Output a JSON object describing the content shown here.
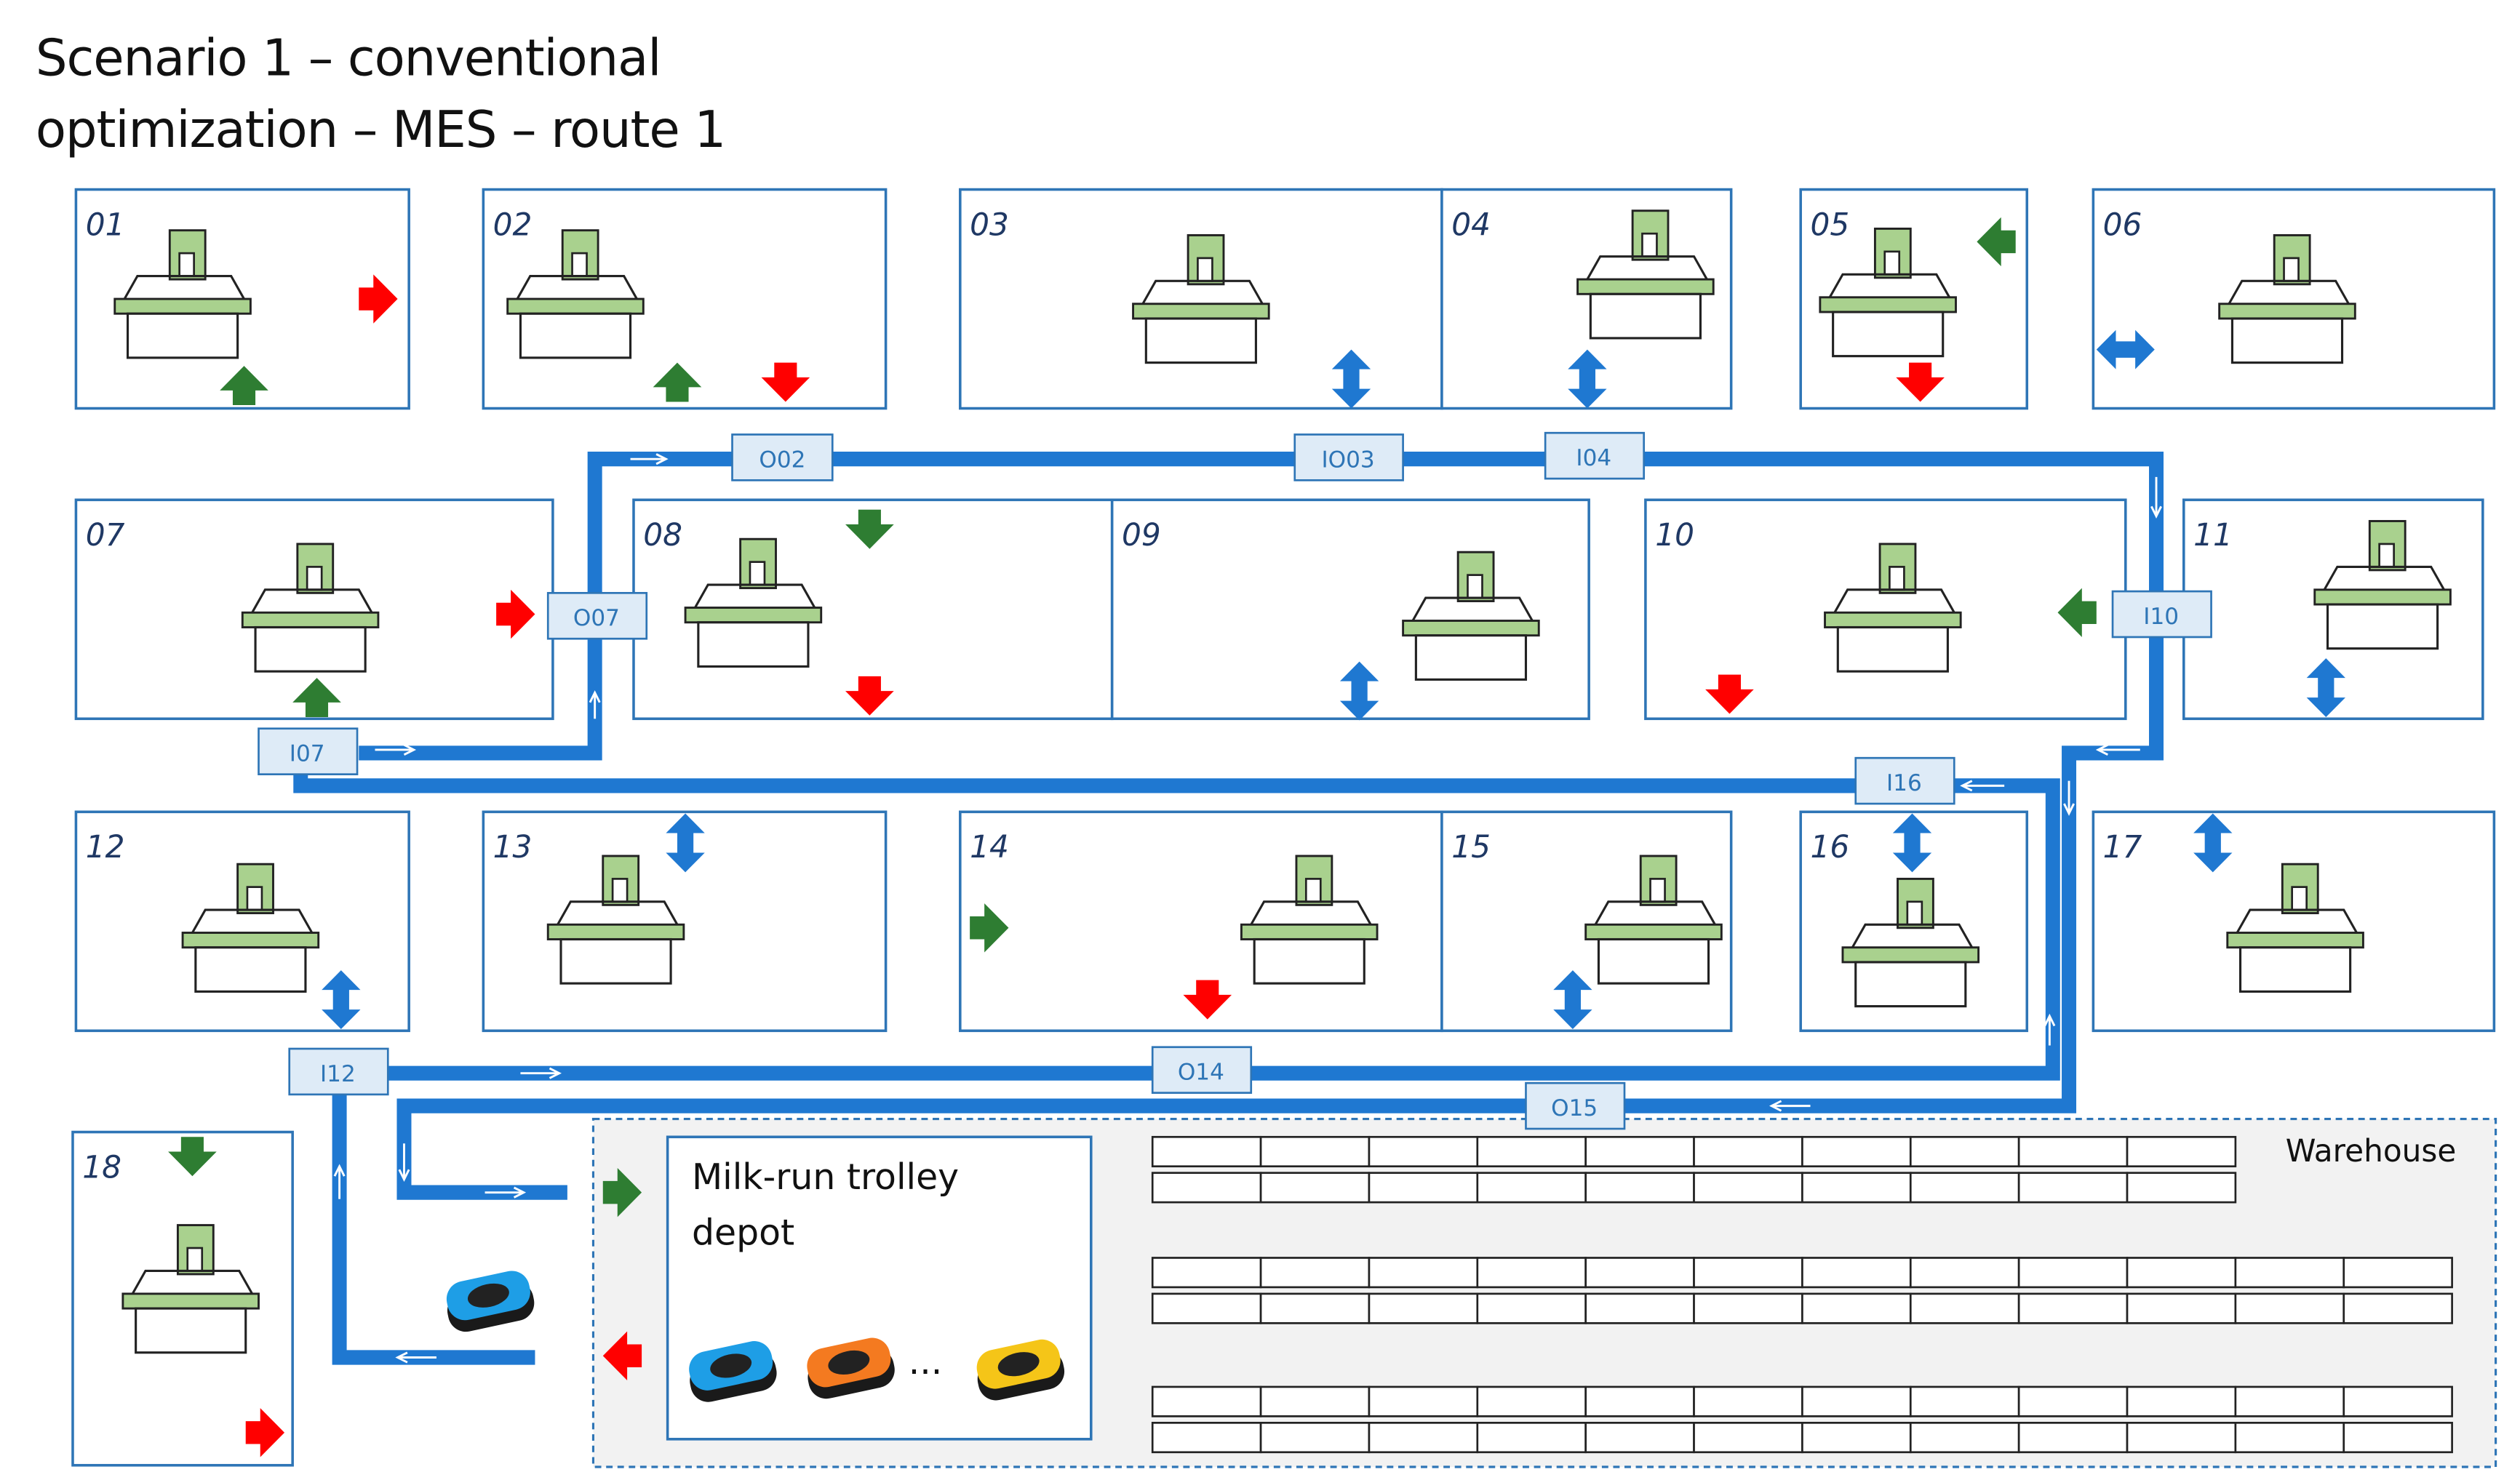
{
  "title": {
    "line1": "Scenario 1 – conventional",
    "line2": "optimization – MES – route 1"
  },
  "rooms": [
    "01",
    "02",
    "03",
    "04",
    "05",
    "06",
    "07",
    "08",
    "09",
    "10",
    "11",
    "12",
    "13",
    "14",
    "15",
    "16",
    "17",
    "18"
  ],
  "ports": [
    "O02",
    "IO03",
    "I04",
    "O07",
    "I10",
    "I07",
    "I16",
    "I12",
    "O14",
    "O15"
  ],
  "depot": {
    "line1": "Milk-run trolley",
    "line2": "depot",
    "ellipsis": "..."
  },
  "warehouse": {
    "label": "Warehouse"
  },
  "colors": {
    "route": "#1f78d1",
    "room_border": "#2e75b6",
    "machine_green": "#a9d18e",
    "arrow_green": "#2e7d32",
    "arrow_red": "#ff0000",
    "arrow_blue": "#1f78d1",
    "port_fill": "#deebf7",
    "warehouse_fill": "#f2f2f2",
    "trolley_blue": "#1e9ee6",
    "trolley_orange": "#f47a20",
    "trolley_yellow": "#f5c518"
  }
}
